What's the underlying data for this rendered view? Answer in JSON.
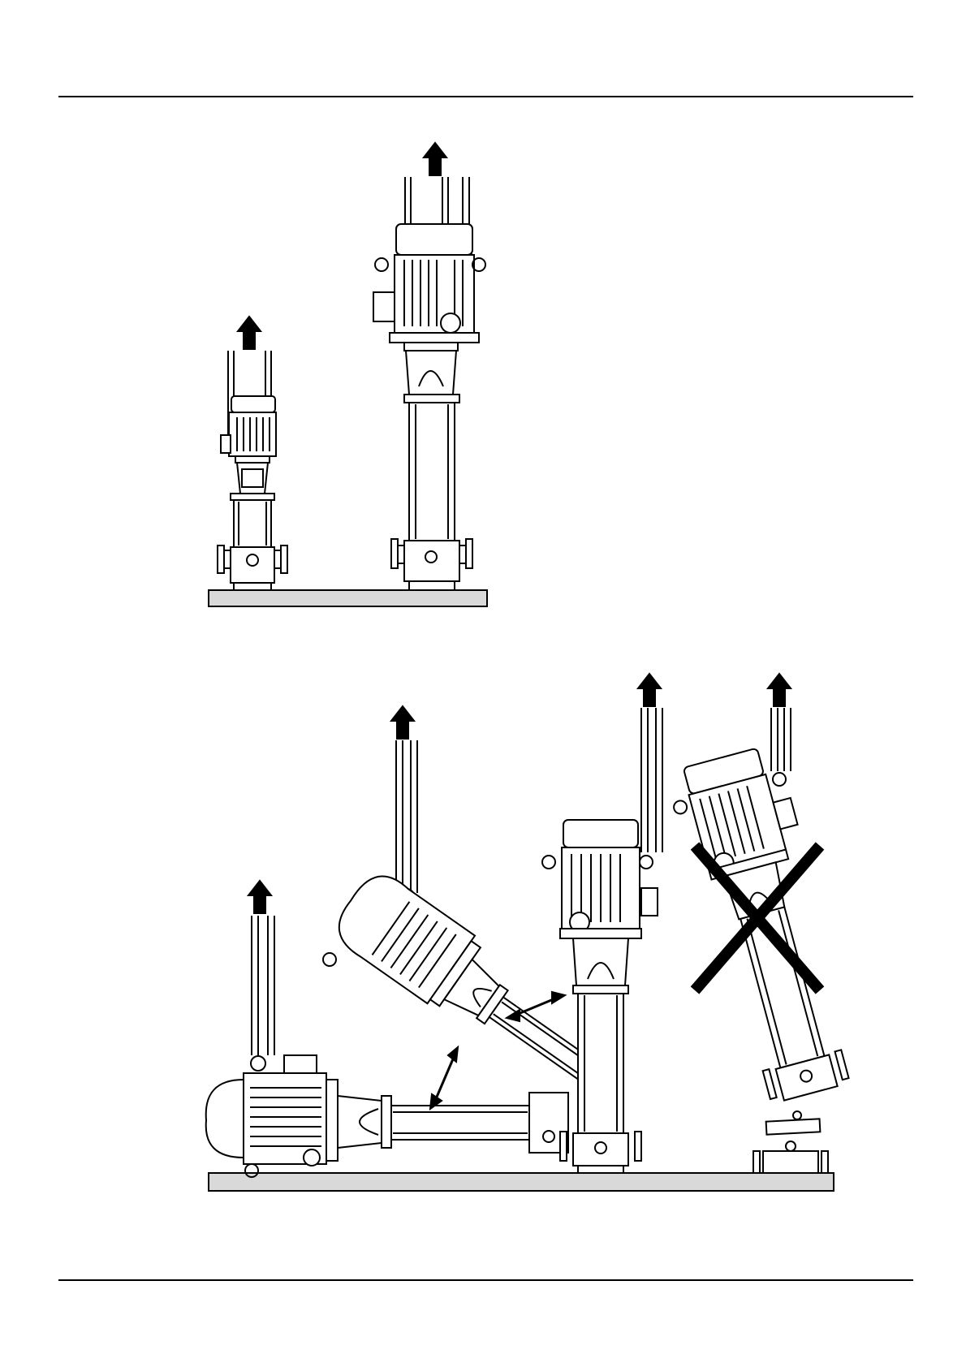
{
  "page": {
    "background": "#ffffff",
    "ink": "#000000",
    "ground_fill": "#d9d9d9",
    "sling_fill": "#bfbfbf"
  },
  "figure_top": {
    "kind": "vertical pump lifting (correct)",
    "pumps": [
      "small-vertical-pump",
      "large-vertical-pump"
    ],
    "icons": [
      "lift-arrow-icon",
      "lift-arrow-icon"
    ]
  },
  "figure_bottom": {
    "kind": "tilting pump to upright position",
    "stages": [
      "horizontal",
      "tilted",
      "upright",
      "incorrect"
    ],
    "icons": [
      "lift-arrow-icon",
      "double-arrow-icon",
      "cross-mark-icon"
    ]
  }
}
